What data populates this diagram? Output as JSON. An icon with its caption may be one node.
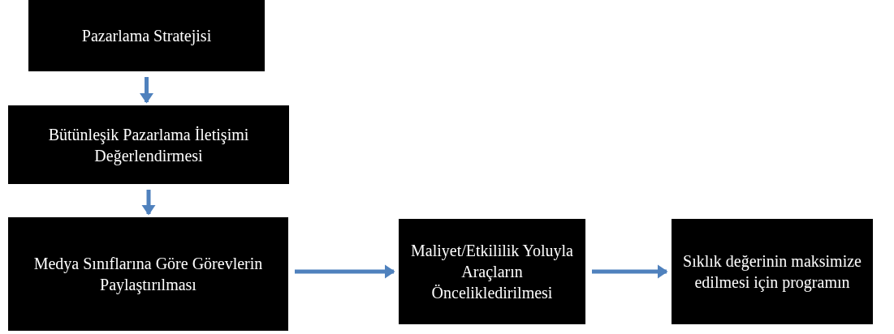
{
  "diagram": {
    "nodes": [
      {
        "text": [
          "Pazarlama Stratejisi"
        ]
      },
      {
        "text": [
          "Bütünleşik Pazarlama İletişimi Değerlendirmesi"
        ]
      },
      {
        "text": [
          "Medya Sınıflarına Göre Görevlerin Paylaştırılması"
        ]
      },
      {
        "text": [
          "Maliyet/Etkililik Yoluyla Araçların Öncelikledirilmesi"
        ]
      },
      {
        "text": [
          "Sıklık değerinin maksimize edilmesi için programın"
        ]
      }
    ],
    "edges": [
      {
        "from": 0,
        "to": 1,
        "arrow": "to"
      },
      {
        "from": 1,
        "to": 2,
        "arrow": "to"
      },
      {
        "from": 2,
        "to": 3,
        "arrow": "to"
      },
      {
        "from": 3,
        "to": 4,
        "arrow": "to"
      }
    ]
  }
}
